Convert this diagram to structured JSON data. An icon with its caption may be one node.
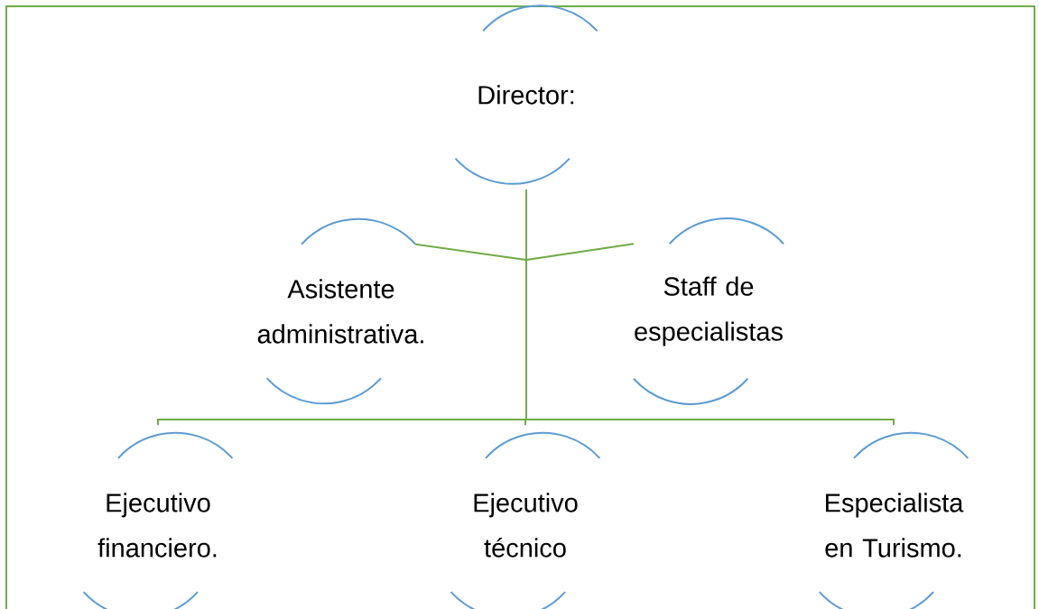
{
  "diagram": {
    "nodes": [
      {
        "text": [
          "Director:"
        ]
      },
      {
        "text": [
          "Asistente administrativa."
        ]
      },
      {
        "text": [
          "Staff de especialistas"
        ]
      },
      {
        "text": [
          "Ejecutivo financiero."
        ]
      },
      {
        "text": [
          "Ejecutivo técnico"
        ]
      },
      {
        "text": [
          "Especialista en Turismo."
        ]
      }
    ],
    "edges": [
      {
        "from": 0,
        "to": 1,
        "arrow": "none"
      },
      {
        "from": 0,
        "to": 2,
        "arrow": "none"
      },
      {
        "from": 0,
        "to": 3,
        "arrow": "none"
      },
      {
        "from": 0,
        "to": 4,
        "arrow": "none"
      },
      {
        "from": 0,
        "to": 5,
        "arrow": "none"
      }
    ]
  }
}
